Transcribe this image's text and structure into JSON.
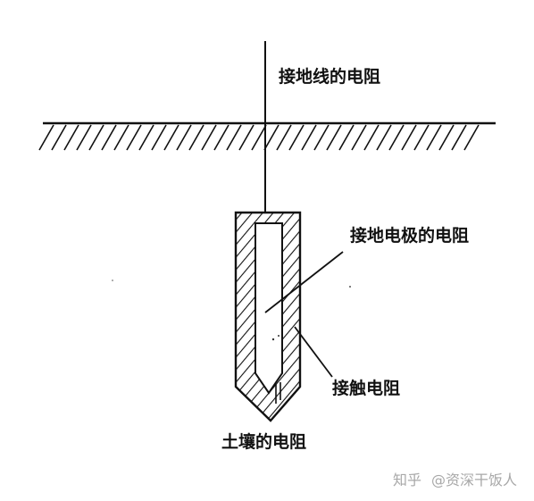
{
  "diagram": {
    "labels": {
      "ground_wire_resistance": "接地线的电阻",
      "electrode_resistance": "接地电极的电阻",
      "contact_resistance": "接触电阻",
      "soil_resistance": "土壤的电阻"
    },
    "watermark": {
      "platform": "知乎",
      "author": "@资深干饭人"
    },
    "colors": {
      "ink": "#111111",
      "background": "#ffffff",
      "watermark": "#a8a8a8"
    }
  }
}
